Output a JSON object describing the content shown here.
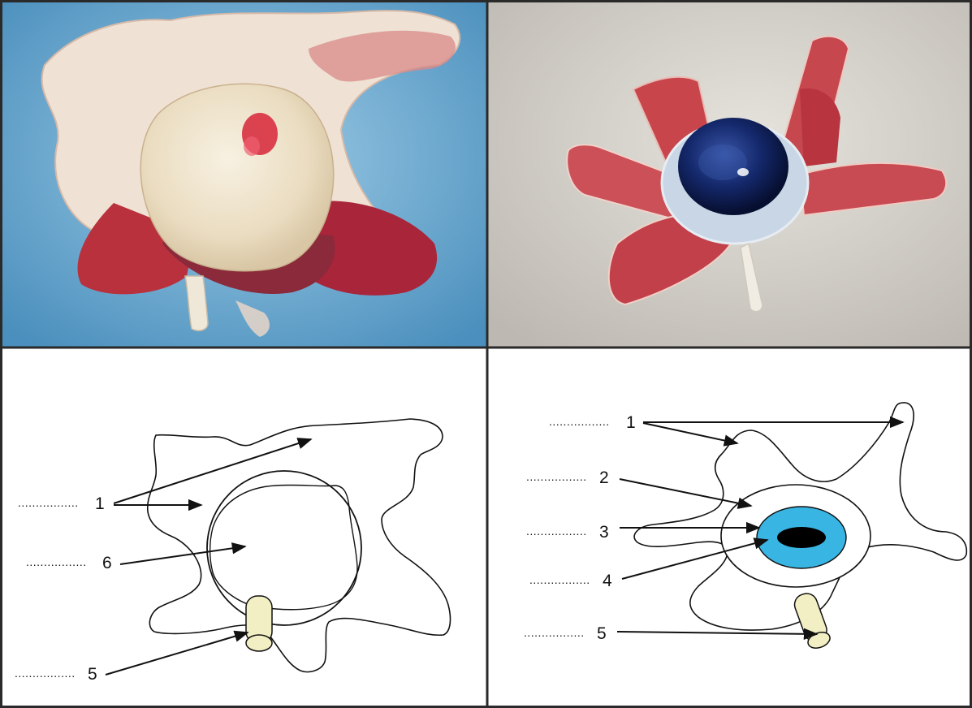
{
  "panels": {
    "top_left": {
      "kind": "photo"
    },
    "top_right": {
      "kind": "photo"
    },
    "bottom_left": {
      "kind": "diagram",
      "labels": [
        {
          "number": "1",
          "blank": "................."
        },
        {
          "number": "6",
          "blank": "................."
        },
        {
          "number": "5",
          "blank": "................."
        }
      ]
    },
    "bottom_right": {
      "kind": "diagram",
      "labels": [
        {
          "number": "1",
          "blank": "................."
        },
        {
          "number": "2",
          "blank": "................."
        },
        {
          "number": "3",
          "blank": "................."
        },
        {
          "number": "4",
          "blank": "................."
        },
        {
          "number": "5",
          "blank": "................."
        }
      ]
    }
  },
  "colors": {
    "frame": "#2a2a2a",
    "photo_left_bg": "#6aa9cf",
    "photo_right_bg": "#d9d6d0",
    "fat_tissue": "#efe6d2",
    "muscle": "#c8454a",
    "cornea": "#0d1a4a",
    "iris_fill": "#39b5e3",
    "pupil_fill": "#000000",
    "optic_nerve_fill": "#f3efc4"
  }
}
